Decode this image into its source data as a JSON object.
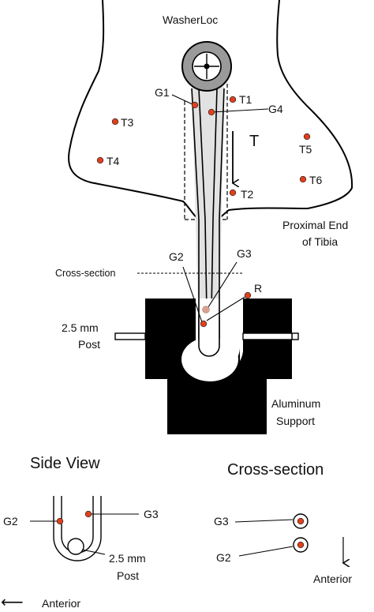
{
  "labels": {
    "washerloc": "WasherLoc",
    "g1": "G1",
    "t1": "T1",
    "g4": "G4",
    "t3": "T3",
    "t4": "T4",
    "t5": "T5",
    "t6": "T6",
    "t2": "T2",
    "t_arrow": "T",
    "proximal_line1": "Proximal End",
    "proximal_line2": "of Tibia",
    "g2": "G2",
    "g3": "G3",
    "cross_section": "Cross-section",
    "r": "R",
    "post_line1": "2.5 mm",
    "post_line2": "Post",
    "aluminum_line1": "Aluminum",
    "aluminum_line2": "Support"
  },
  "side_view": {
    "title": "Side View",
    "g2": "G2",
    "g3": "G3",
    "post_line1": "2.5 mm",
    "post_line2": "Post",
    "anterior": "Anterior",
    "anterior_arrow": "⟵"
  },
  "cross_section_view": {
    "title": "Cross-section",
    "g3": "G3",
    "g2": "G2",
    "anterior": "Anterior"
  },
  "colors": {
    "gauge_dot": "#e0401c",
    "gauge_dot_faded": "#d9a08e",
    "block": "#000000",
    "washer_fill": "#9a9a9a",
    "stem_shade": "#d8d8d8"
  }
}
